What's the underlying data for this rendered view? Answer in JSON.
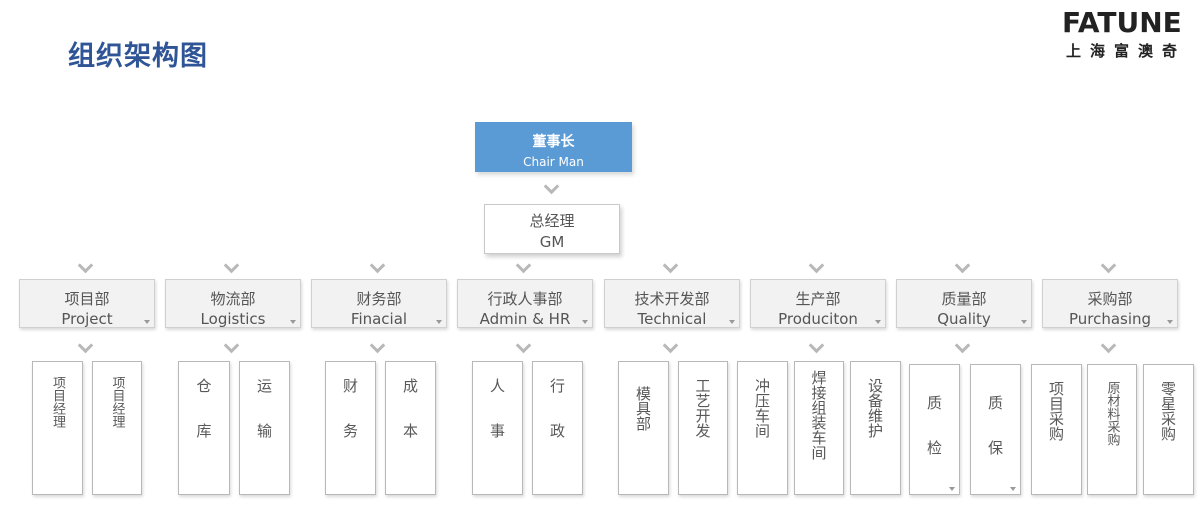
{
  "title": "组织架构图",
  "logo": {
    "word": "FATUNE",
    "sub": "上海富澳奇"
  },
  "chair": {
    "zh": "董事长",
    "en": "Chair Man"
  },
  "gm": {
    "zh": "总经理",
    "en": "GM"
  },
  "departments": [
    {
      "zh": "项目部",
      "en": "Project"
    },
    {
      "zh": "物流部",
      "en": "Logistics"
    },
    {
      "zh": "财务部",
      "en": "Finacial"
    },
    {
      "zh": "行政人事部",
      "en": "Admin & HR"
    },
    {
      "zh": "技术开发部",
      "en": "Technical"
    },
    {
      "zh": "生产部",
      "en": "Produciton"
    },
    {
      "zh": "质量部",
      "en": "Quality"
    },
    {
      "zh": "采购部",
      "en": "Purchasing"
    }
  ],
  "subunits": [
    "项目经理",
    "项目经理",
    "仓库",
    "运输",
    "财务",
    "成本",
    "人事",
    "行政",
    "模具部",
    "工艺开发",
    "冲压车间",
    "焊接组装车间",
    "设备维护",
    "质检",
    "质保",
    "项目采购",
    "原材料采购",
    "零星采购"
  ]
}
